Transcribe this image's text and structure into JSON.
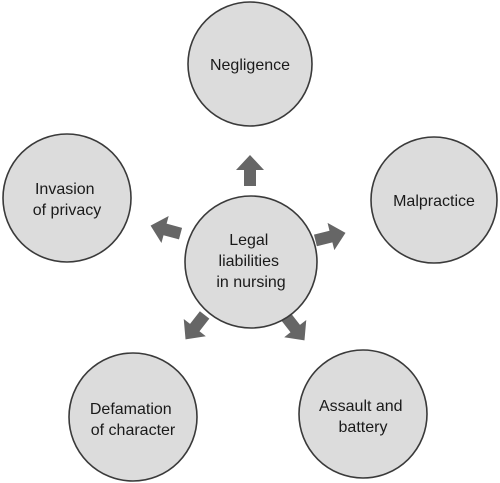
{
  "center": {
    "lines": [
      "Legal",
      "liabilities",
      "in nursing"
    ]
  },
  "nodes": [
    {
      "id": "negligence",
      "lines": [
        "Negligence"
      ]
    },
    {
      "id": "malpractice",
      "lines": [
        "Malpractice"
      ]
    },
    {
      "id": "assault-and-battery",
      "lines": [
        "Assault and",
        "battery"
      ]
    },
    {
      "id": "defamation-of-character",
      "lines": [
        "Defamation",
        "of character"
      ]
    },
    {
      "id": "invasion-of-privacy",
      "lines": [
        "Invasion",
        "of privacy"
      ]
    }
  ],
  "colors": {
    "circle_fill": "#dcdcdc",
    "circle_stroke": "#3a3a3a",
    "arrow": "#666666",
    "text": "#1a1a1a"
  }
}
